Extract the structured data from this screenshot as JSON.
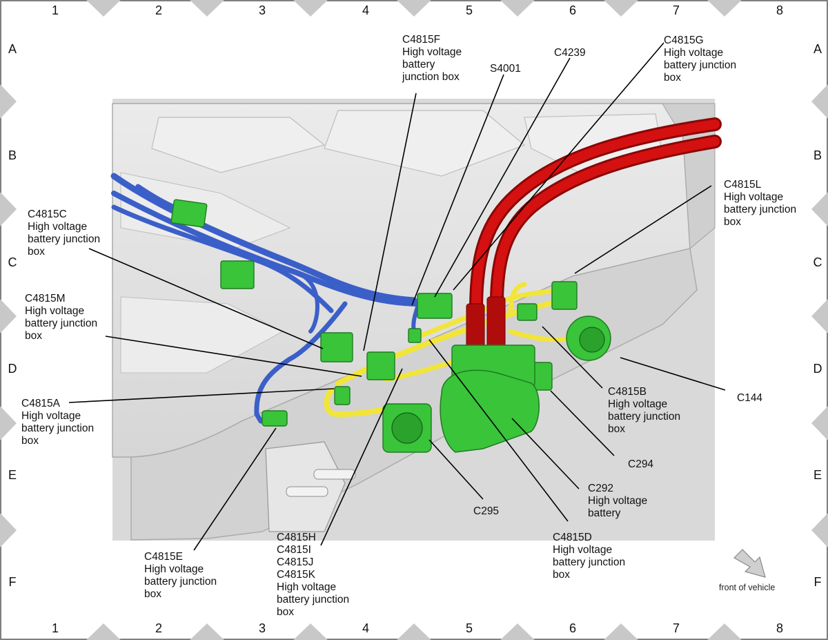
{
  "grid": {
    "columns": [
      "1",
      "2",
      "3",
      "4",
      "5",
      "6",
      "7",
      "8"
    ],
    "rows": [
      "A",
      "B",
      "C",
      "D",
      "E",
      "F"
    ]
  },
  "callouts": {
    "c4815f": [
      "C4815F",
      "High voltage",
      "battery",
      "junction box"
    ],
    "s4001": [
      "S4001"
    ],
    "c4239": [
      "C4239"
    ],
    "c4815g": [
      "C4815G",
      "High voltage",
      "battery junction",
      "box"
    ],
    "c4815l": [
      "C4815L",
      "High voltage",
      "battery junction",
      "box"
    ],
    "c4815c": [
      "C4815C",
      "High voltage",
      "battery junction",
      "box"
    ],
    "c4815m": [
      "C4815M",
      "High voltage",
      "battery junction",
      "box"
    ],
    "c4815a": [
      "C4815A",
      "High voltage",
      "battery junction",
      "box"
    ],
    "c4815e": [
      "C4815E",
      "High voltage",
      "battery junction",
      "box"
    ],
    "c4815h": [
      "C4815H",
      "C4815I",
      "C4815J",
      "C4815K",
      "High voltage",
      "battery junction",
      "box"
    ],
    "c295": [
      "C295"
    ],
    "c4815d": [
      "C4815D",
      "High voltage",
      "battery junction",
      "box"
    ],
    "c292": [
      "C292",
      "High voltage",
      "battery"
    ],
    "c294": [
      "C294"
    ],
    "c4815b": [
      "C4815B",
      "High voltage",
      "battery junction",
      "box"
    ],
    "c144": [
      "C144"
    ]
  },
  "orientation": {
    "label": "front of vehicle",
    "arrow_icon": "arrow-down-right-icon"
  },
  "colors": {
    "hv_cable": "#d51010",
    "low_voltage_harness": "#3b5fc8",
    "yellow_harness": "#f2e53a",
    "connector": "#39c43a",
    "housing": "#e4e4e4"
  }
}
